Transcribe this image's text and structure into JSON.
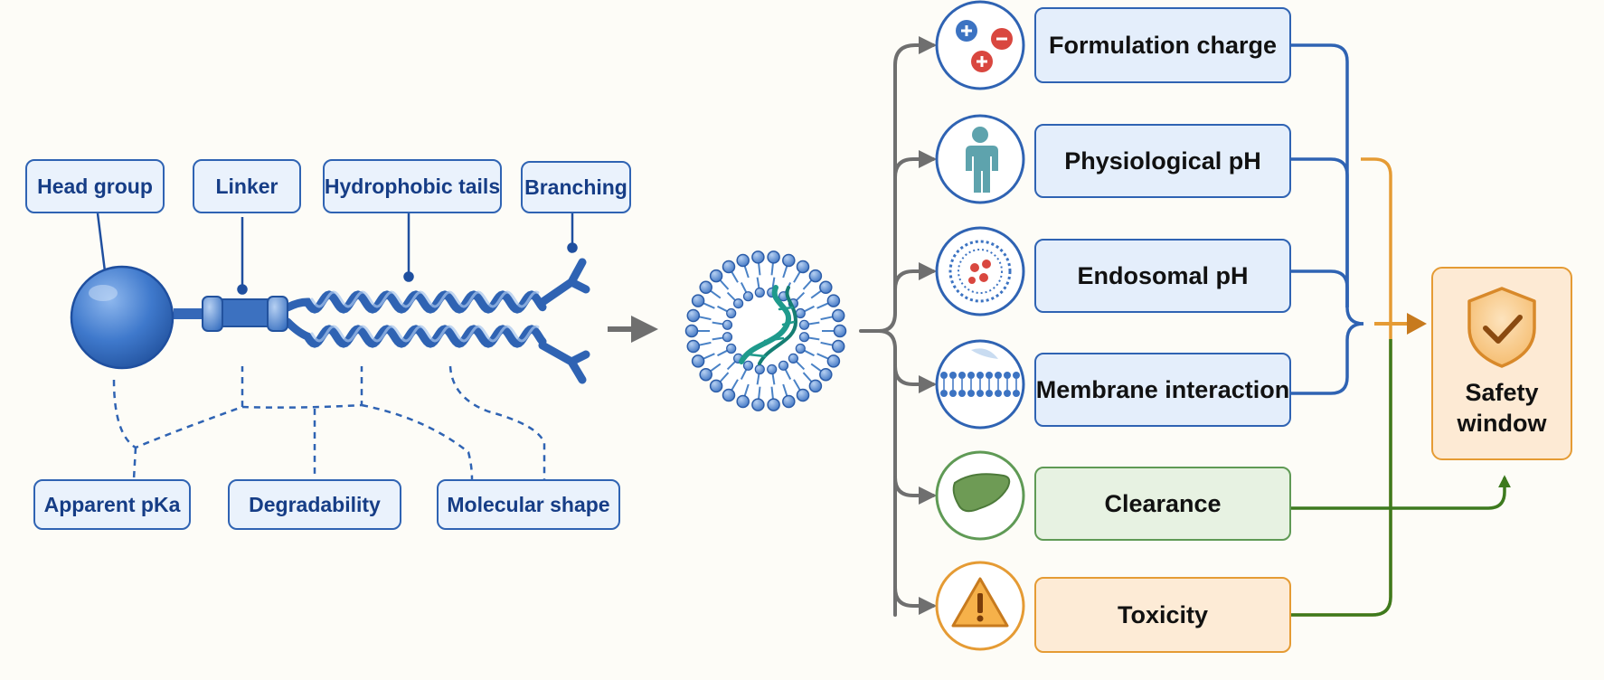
{
  "lipid_labels": {
    "head_group": "Head group",
    "linker": "Linker",
    "hydrophobic_tails": "Hydrophobic tails",
    "branching": "Branching"
  },
  "property_labels": {
    "apparent_pka": "Apparent pKa",
    "degradability": "Degradability",
    "molecular_shape": "Molecular shape"
  },
  "factors": [
    {
      "label": "Formulation charge",
      "icon": "charges-icon",
      "color": "#2f63b3"
    },
    {
      "label": "Physiological pH",
      "icon": "human-body-icon",
      "color": "#2f63b3"
    },
    {
      "label": "Endosomal pH",
      "icon": "endosome-icon",
      "color": "#2f63b3"
    },
    {
      "label": "Membrane interaction",
      "icon": "membrane-icon",
      "color": "#2f63b3"
    },
    {
      "label": "Clearance",
      "icon": "liver-icon",
      "color": "#5f9a55"
    },
    {
      "label": "Toxicity",
      "icon": "warning-icon",
      "color": "#e59b34"
    }
  ],
  "outcome": {
    "label": "Safety\nwindow",
    "icon": "shield-check-icon",
    "color": "#e59b34"
  },
  "colors": {
    "lipid": "#2f63b3",
    "nanoparticle": "#4a82c6",
    "rna": "#1f9a8c",
    "arrow": "#6f6f6f",
    "green": "#3d7a1e"
  }
}
